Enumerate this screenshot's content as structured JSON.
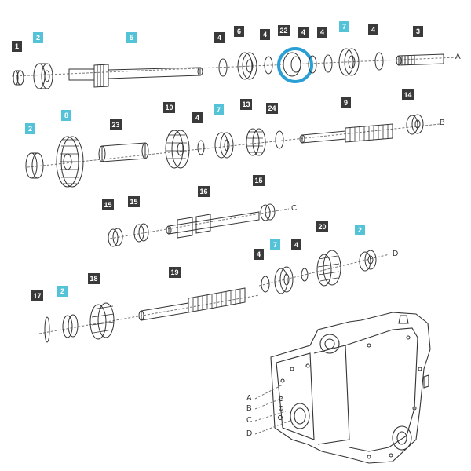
{
  "diagram": {
    "callouts": [
      {
        "id": "c1",
        "label": "1",
        "style": "dark"
      },
      {
        "id": "c2a",
        "label": "2",
        "style": "blue"
      },
      {
        "id": "c5",
        "label": "5",
        "style": "blue"
      },
      {
        "id": "c4a",
        "label": "4",
        "style": "dark"
      },
      {
        "id": "c6",
        "label": "6",
        "style": "dark"
      },
      {
        "id": "c4b",
        "label": "4",
        "style": "dark"
      },
      {
        "id": "c22",
        "label": "22",
        "style": "dark"
      },
      {
        "id": "c4c",
        "label": "4",
        "style": "dark"
      },
      {
        "id": "c4d",
        "label": "4",
        "style": "dark"
      },
      {
        "id": "c7a",
        "label": "7",
        "style": "blue"
      },
      {
        "id": "c4e",
        "label": "4",
        "style": "dark"
      },
      {
        "id": "c3",
        "label": "3",
        "style": "dark"
      },
      {
        "id": "c2b",
        "label": "2",
        "style": "blue"
      },
      {
        "id": "c8",
        "label": "8",
        "style": "blue"
      },
      {
        "id": "c23",
        "label": "23",
        "style": "dark"
      },
      {
        "id": "c10",
        "label": "10",
        "style": "dark"
      },
      {
        "id": "c4f",
        "label": "4",
        "style": "dark"
      },
      {
        "id": "c7b",
        "label": "7",
        "style": "blue"
      },
      {
        "id": "c13",
        "label": "13",
        "style": "dark"
      },
      {
        "id": "c24",
        "label": "24",
        "style": "dark"
      },
      {
        "id": "c9",
        "label": "9",
        "style": "dark"
      },
      {
        "id": "c14",
        "label": "14",
        "style": "dark"
      },
      {
        "id": "c15a",
        "label": "15",
        "style": "dark"
      },
      {
        "id": "c15b",
        "label": "15",
        "style": "dark"
      },
      {
        "id": "c16",
        "label": "16",
        "style": "dark"
      },
      {
        "id": "c15c",
        "label": "15",
        "style": "dark"
      },
      {
        "id": "c4g",
        "label": "4",
        "style": "dark"
      },
      {
        "id": "c7c",
        "label": "7",
        "style": "blue"
      },
      {
        "id": "c4h",
        "label": "4",
        "style": "dark"
      },
      {
        "id": "c20",
        "label": "20",
        "style": "dark"
      },
      {
        "id": "c2c",
        "label": "2",
        "style": "blue"
      },
      {
        "id": "c17",
        "label": "17",
        "style": "dark"
      },
      {
        "id": "c2d",
        "label": "2",
        "style": "blue"
      },
      {
        "id": "c18",
        "label": "18",
        "style": "dark"
      },
      {
        "id": "c19",
        "label": "19",
        "style": "dark"
      }
    ],
    "axis_letters": [
      "A",
      "B",
      "C",
      "D"
    ],
    "housing_letters": [
      "A",
      "B",
      "C",
      "D"
    ],
    "highlight_color": "#2a9fd6",
    "accent_color": "#54c2d7"
  }
}
